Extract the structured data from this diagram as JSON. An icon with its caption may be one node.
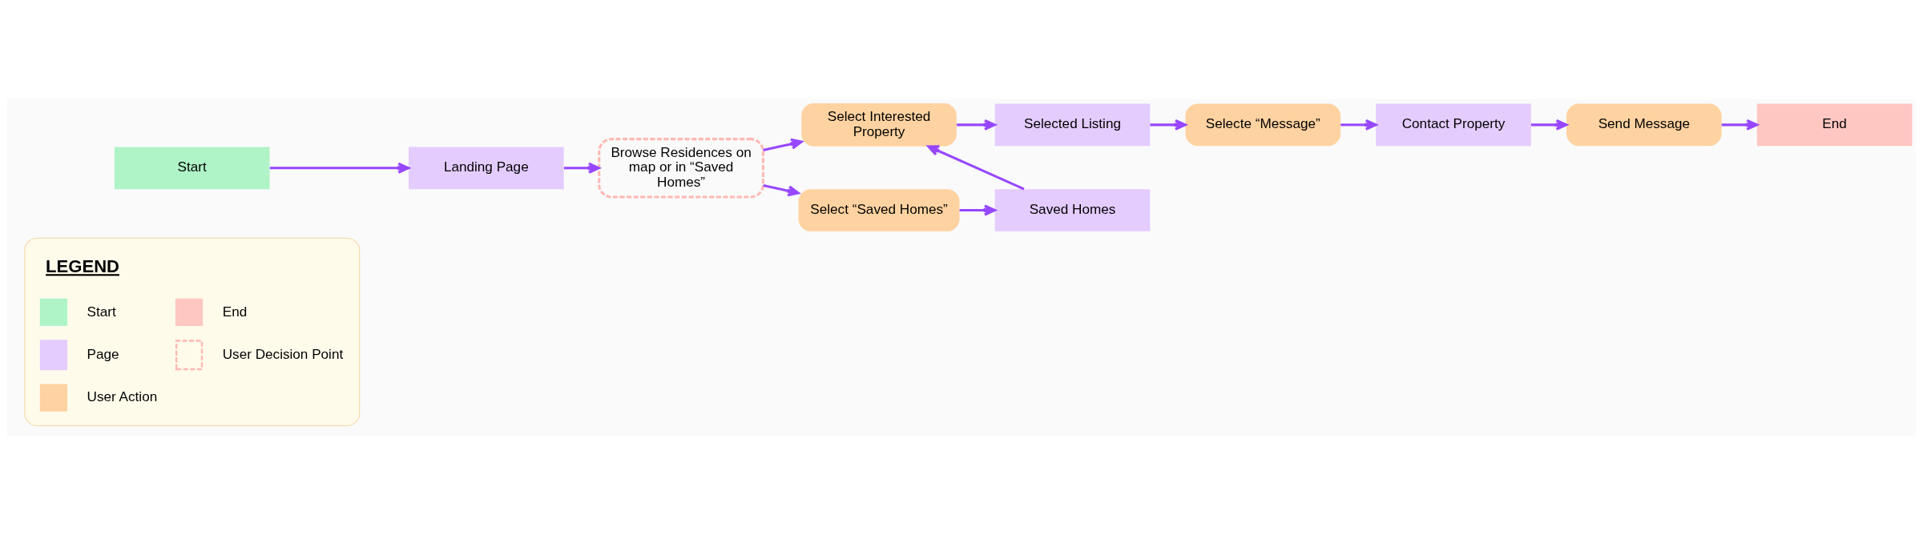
{
  "diagram": {
    "nodes": [
      {
        "text": [
          "Start"
        ]
      },
      {
        "text": [
          "Landing Page"
        ]
      },
      {
        "text": [
          "Browse Residences on map or in “Saved Homes”"
        ]
      },
      {
        "text": [
          "Select Interested Property"
        ]
      },
      {
        "text": [
          "Selected Listing"
        ]
      },
      {
        "text": [
          "Selecte “Message”"
        ]
      },
      {
        "text": [
          "Contact Property"
        ]
      },
      {
        "text": [
          "Send Message"
        ]
      },
      {
        "text": [
          "End"
        ]
      },
      {
        "text": [
          "Select “Saved Homes”"
        ]
      },
      {
        "text": [
          "Saved Homes"
        ]
      }
    ],
    "edges": [
      {
        "from": 0,
        "to": 1,
        "arrow": "to"
      },
      {
        "from": 1,
        "to": 2,
        "arrow": "to"
      },
      {
        "from": 2,
        "to": 3,
        "arrow": "to"
      },
      {
        "from": 2,
        "to": 9,
        "arrow": "to"
      },
      {
        "from": 3,
        "to": 4,
        "arrow": "to"
      },
      {
        "from": 4,
        "to": 5,
        "arrow": "to"
      },
      {
        "from": 5,
        "to": 6,
        "arrow": "to"
      },
      {
        "from": 6,
        "to": 7,
        "arrow": "to"
      },
      {
        "from": 7,
        "to": 8,
        "arrow": "to"
      },
      {
        "from": 9,
        "to": 10,
        "arrow": "to"
      },
      {
        "from": 10,
        "to": 3,
        "arrow": "to"
      }
    ],
    "labels": [
      "LEGEND"
    ],
    "legend": [
      {
        "text": "Start",
        "color": "#aff4c6"
      },
      {
        "text": "End",
        "color": "#ffc7c2"
      },
      {
        "text": "Page",
        "color": "#e4ccff"
      },
      {
        "text": "User Decision Point"
      },
      {
        "text": "User Action",
        "color": "#ffd3a1"
      }
    ]
  }
}
